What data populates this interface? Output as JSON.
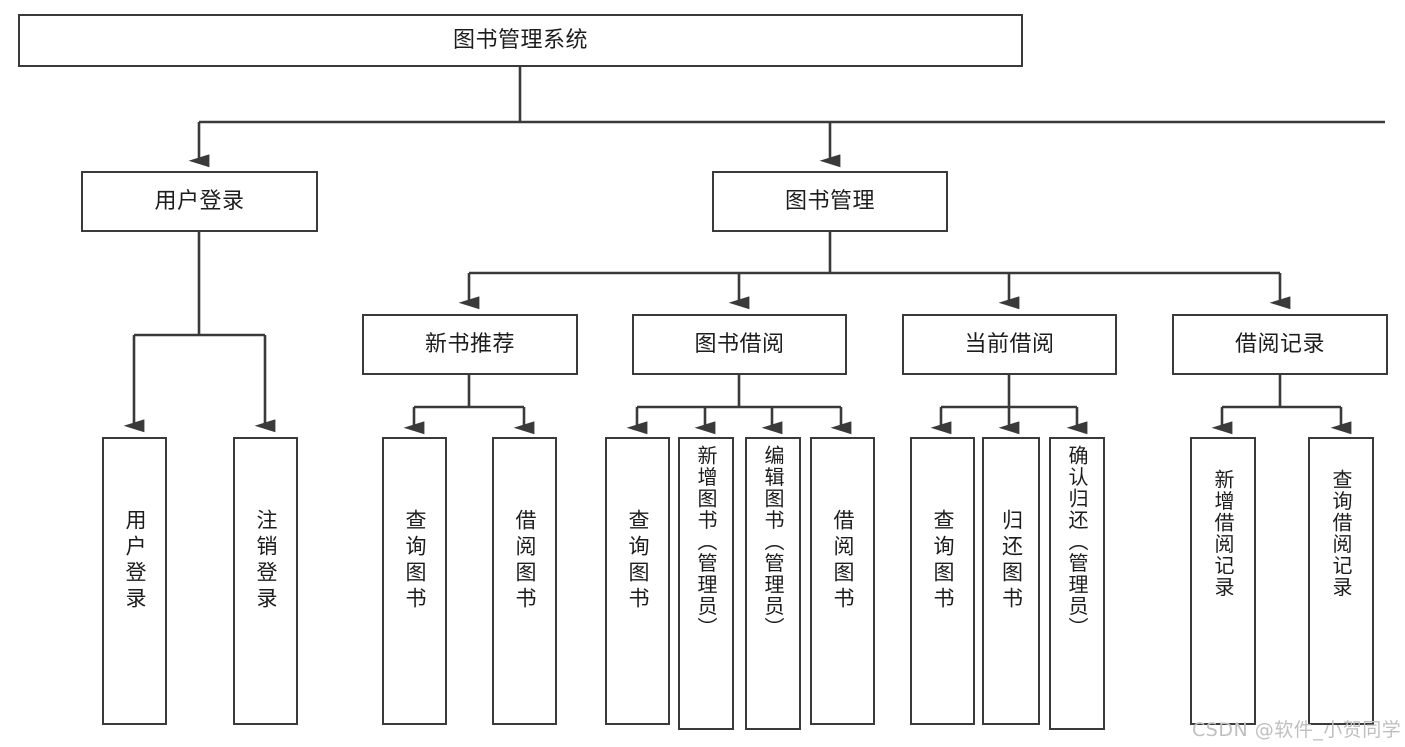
{
  "diagram": {
    "title": "图书管理系统",
    "type": "tree-hierarchy",
    "stroke_color": "#3a3a3a",
    "text_color": "#1d1d1d",
    "background": "#ffffff"
  },
  "nodes": {
    "root": {
      "label": "图书管理系统"
    },
    "level2": [
      {
        "id": "user-login",
        "label": "用户登录"
      },
      {
        "id": "book-manage",
        "label": "图书管理"
      }
    ],
    "level3": [
      {
        "id": "new-book-recommend",
        "label": "新书推荐"
      },
      {
        "id": "book-borrow",
        "label": "图书借阅"
      },
      {
        "id": "current-borrow",
        "label": "当前借阅"
      },
      {
        "id": "borrow-record",
        "label": "借阅记录"
      }
    ],
    "leaves": {
      "user_login": [
        {
          "id": "leaf-user-login",
          "label": "用户登录"
        },
        {
          "id": "leaf-logout-login",
          "label": "注销登录"
        }
      ],
      "new_book_recommend": [
        {
          "id": "leaf-query-book-1",
          "label": "查询图书"
        },
        {
          "id": "leaf-borrow-book-1",
          "label": "借阅图书"
        }
      ],
      "book_borrow": [
        {
          "id": "leaf-query-book-2",
          "label": "查询图书"
        },
        {
          "id": "leaf-add-book",
          "label": "新增图书（管理员）"
        },
        {
          "id": "leaf-edit-book",
          "label": "编辑图书（管理员）"
        },
        {
          "id": "leaf-borrow-book-2",
          "label": "借阅图书"
        }
      ],
      "current_borrow": [
        {
          "id": "leaf-query-book-3",
          "label": "查询图书"
        },
        {
          "id": "leaf-return-book",
          "label": "归还图书"
        },
        {
          "id": "leaf-confirm-return",
          "label": "确认归还（管理员）"
        }
      ],
      "borrow_record": [
        {
          "id": "leaf-add-record",
          "label": "新增借阅记录"
        },
        {
          "id": "leaf-query-record",
          "label": "查询借阅记录"
        }
      ]
    }
  },
  "watermark": {
    "text": "CSDN @软件_小贺同学"
  }
}
